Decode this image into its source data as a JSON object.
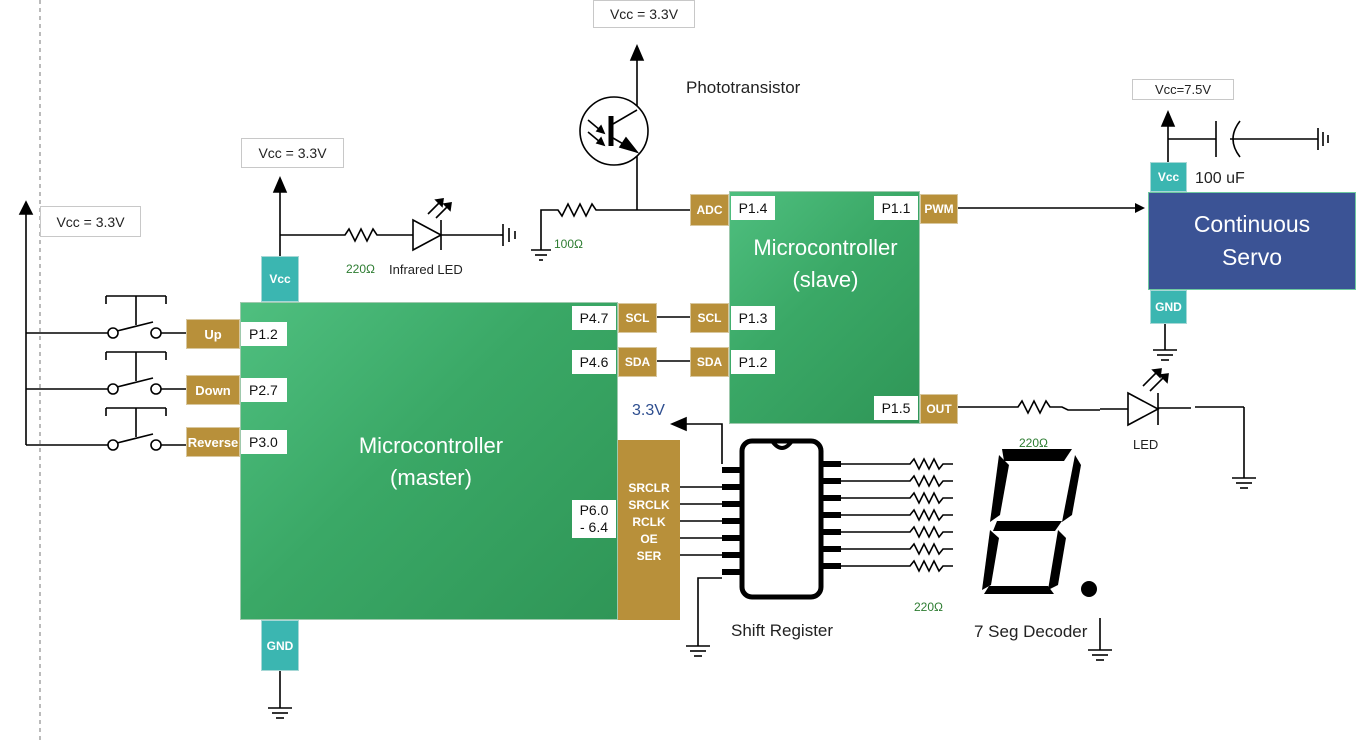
{
  "supplies": {
    "top": "Vcc = 3.3V",
    "left": "Vcc = 3.3V",
    "master": "Vcc = 3.3V",
    "servo": "Vcc=7.5V"
  },
  "labels": {
    "phototransistor": "Phototransistor",
    "infrared_led": "Infrared LED",
    "led": "LED",
    "capacitor": "100 uF",
    "shift_register": "Shift Register",
    "seven_seg": "7 Seg Decoder",
    "sr_vcc": "3.3V"
  },
  "resistors": {
    "ir": "220Ω",
    "photo": "100Ω",
    "led": "220Ω",
    "seg": "220Ω"
  },
  "master": {
    "title": "Microcontroller\n(master)",
    "vcc": "Vcc",
    "gnd": "GND",
    "inputs": [
      {
        "name": "Up",
        "pin": "P1.2"
      },
      {
        "name": "Down",
        "pin": "P2.7"
      },
      {
        "name": "Reverse",
        "pin": "P3.0"
      }
    ],
    "scl_pin": "P4.7",
    "sda_pin": "P4.6",
    "scl": "SCL",
    "sda": "SDA",
    "sr_pins": "P6.0\n- 6.4",
    "sr_signals": [
      "SRCLR",
      "SRCLK",
      "RCLK",
      "OE",
      "SER"
    ]
  },
  "slave": {
    "title": "Microcontroller\n(slave)",
    "adc": "ADC",
    "adc_pin": "P1.4",
    "pwm": "PWM",
    "pwm_pin": "P1.1",
    "scl": "SCL",
    "scl_pin": "P1.3",
    "sda": "SDA",
    "sda_pin": "P1.2",
    "out": "OUT",
    "out_pin": "P1.5"
  },
  "servo": {
    "title": "Continuous\nServo",
    "vcc": "Vcc",
    "gnd": "GND"
  }
}
